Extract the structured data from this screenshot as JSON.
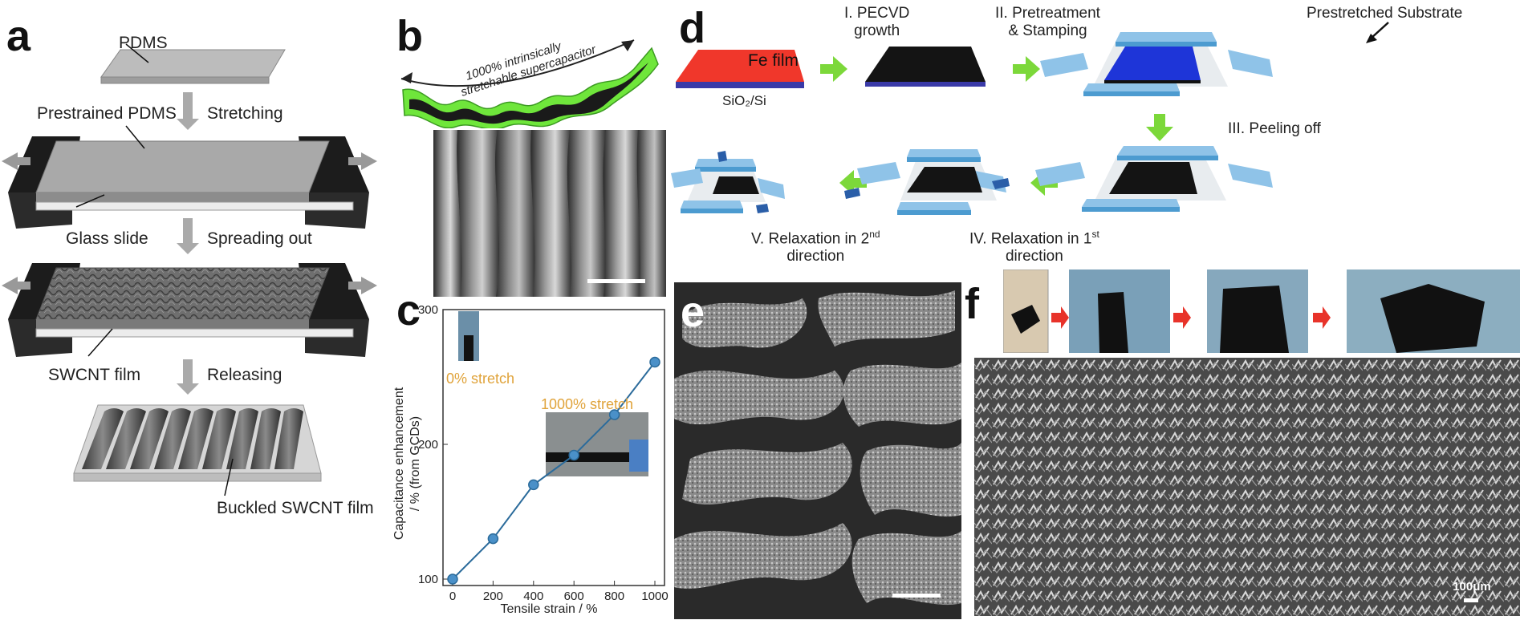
{
  "panels": {
    "a": "a",
    "b": "b",
    "c": "c",
    "d": "d",
    "e": "e",
    "f": "f"
  },
  "panel_a": {
    "pdms": "PDMS",
    "prestrained": "Prestrained PDMS",
    "stretching": "Stretching",
    "glass_slide": "Glass slide",
    "spreading": "Spreading out",
    "swcnt_film": "SWCNT film",
    "releasing": "Releasing",
    "buckled": "Buckled SWCNT film"
  },
  "panel_b": {
    "arc_line1": "1000% intrinsically",
    "arc_line2": "stretchable supercapacitor"
  },
  "panel_d": {
    "step1_l1": "I. PECVD",
    "step1_l2": "growth",
    "step2_l1": "II. Pretreatment",
    "step2_l2": "& Stamping",
    "prestretched": "Prestretched Substrate",
    "fe_film": "Fe film",
    "substrate": "SiO₂/Si",
    "step3": "III. Peeling off",
    "step4_l1": "IV. Relaxation in 1",
    "step4_sup": "st",
    "step4_l2": "direction",
    "step5_l1": "V. Relaxation in 2",
    "step5_sup": "nd",
    "step5_l2": "direction"
  },
  "panel_f": {
    "scale": "100μm"
  },
  "chart_data": {
    "type": "line",
    "x": [
      0,
      200,
      400,
      600,
      800,
      1000
    ],
    "values": [
      100,
      130,
      170,
      192,
      222,
      261
    ],
    "xlabel": "Tensile strain / %",
    "ylabel_line1": "Capacitance enhancement",
    "ylabel_line2": "/ % (from GCDs)",
    "xlim": [
      0,
      1000
    ],
    "ylim": [
      100,
      300
    ],
    "xticks": [
      "0",
      "200",
      "400",
      "600",
      "800",
      "1000"
    ],
    "yticks": [
      "100",
      "200",
      "300"
    ],
    "annotations": [
      "0% stretch",
      "1000% stretch"
    ],
    "colors": {
      "line": "#2b6b9b",
      "marker": "#4a90c8",
      "annotation": "#e0a33a"
    }
  }
}
